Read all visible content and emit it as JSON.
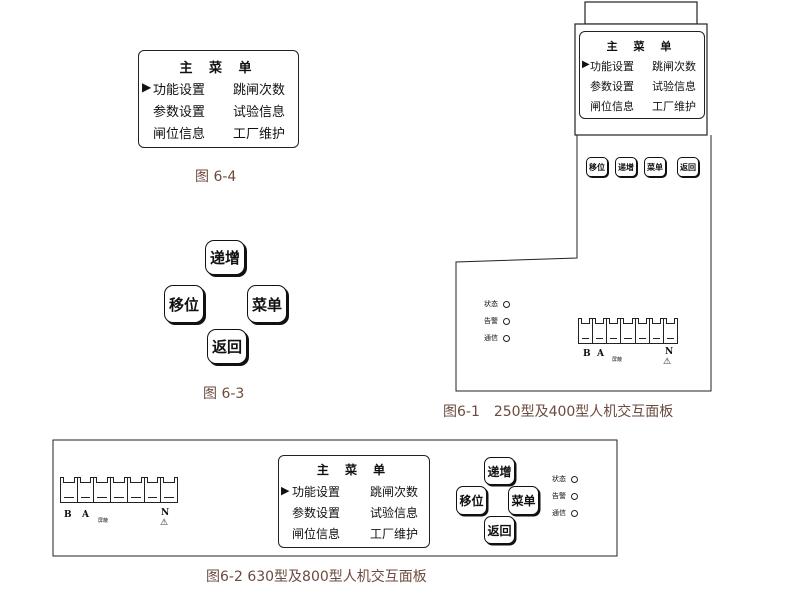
{
  "menu": {
    "title": "主 菜 单",
    "cursor": "▶",
    "items": [
      "功能设置",
      "跳闸次数",
      "参数设置",
      "试验信息",
      "闸位信息",
      "工厂维护"
    ]
  },
  "keys": {
    "move": "移位",
    "inc": "递增",
    "menu": "菜单",
    "back": "返回"
  },
  "leds": [
    "状态",
    "告警",
    "通信"
  ],
  "terminal": {
    "b": "B",
    "a": "A",
    "n": "N",
    "small": "屏蔽",
    "warn": "⚠"
  },
  "captions": {
    "fig4": "图 6-4",
    "fig3": "图 6-3",
    "fig1": "图6-1　250型及400型人机交互面板",
    "fig2": "图6-2 630型及800型人机交互面板"
  }
}
